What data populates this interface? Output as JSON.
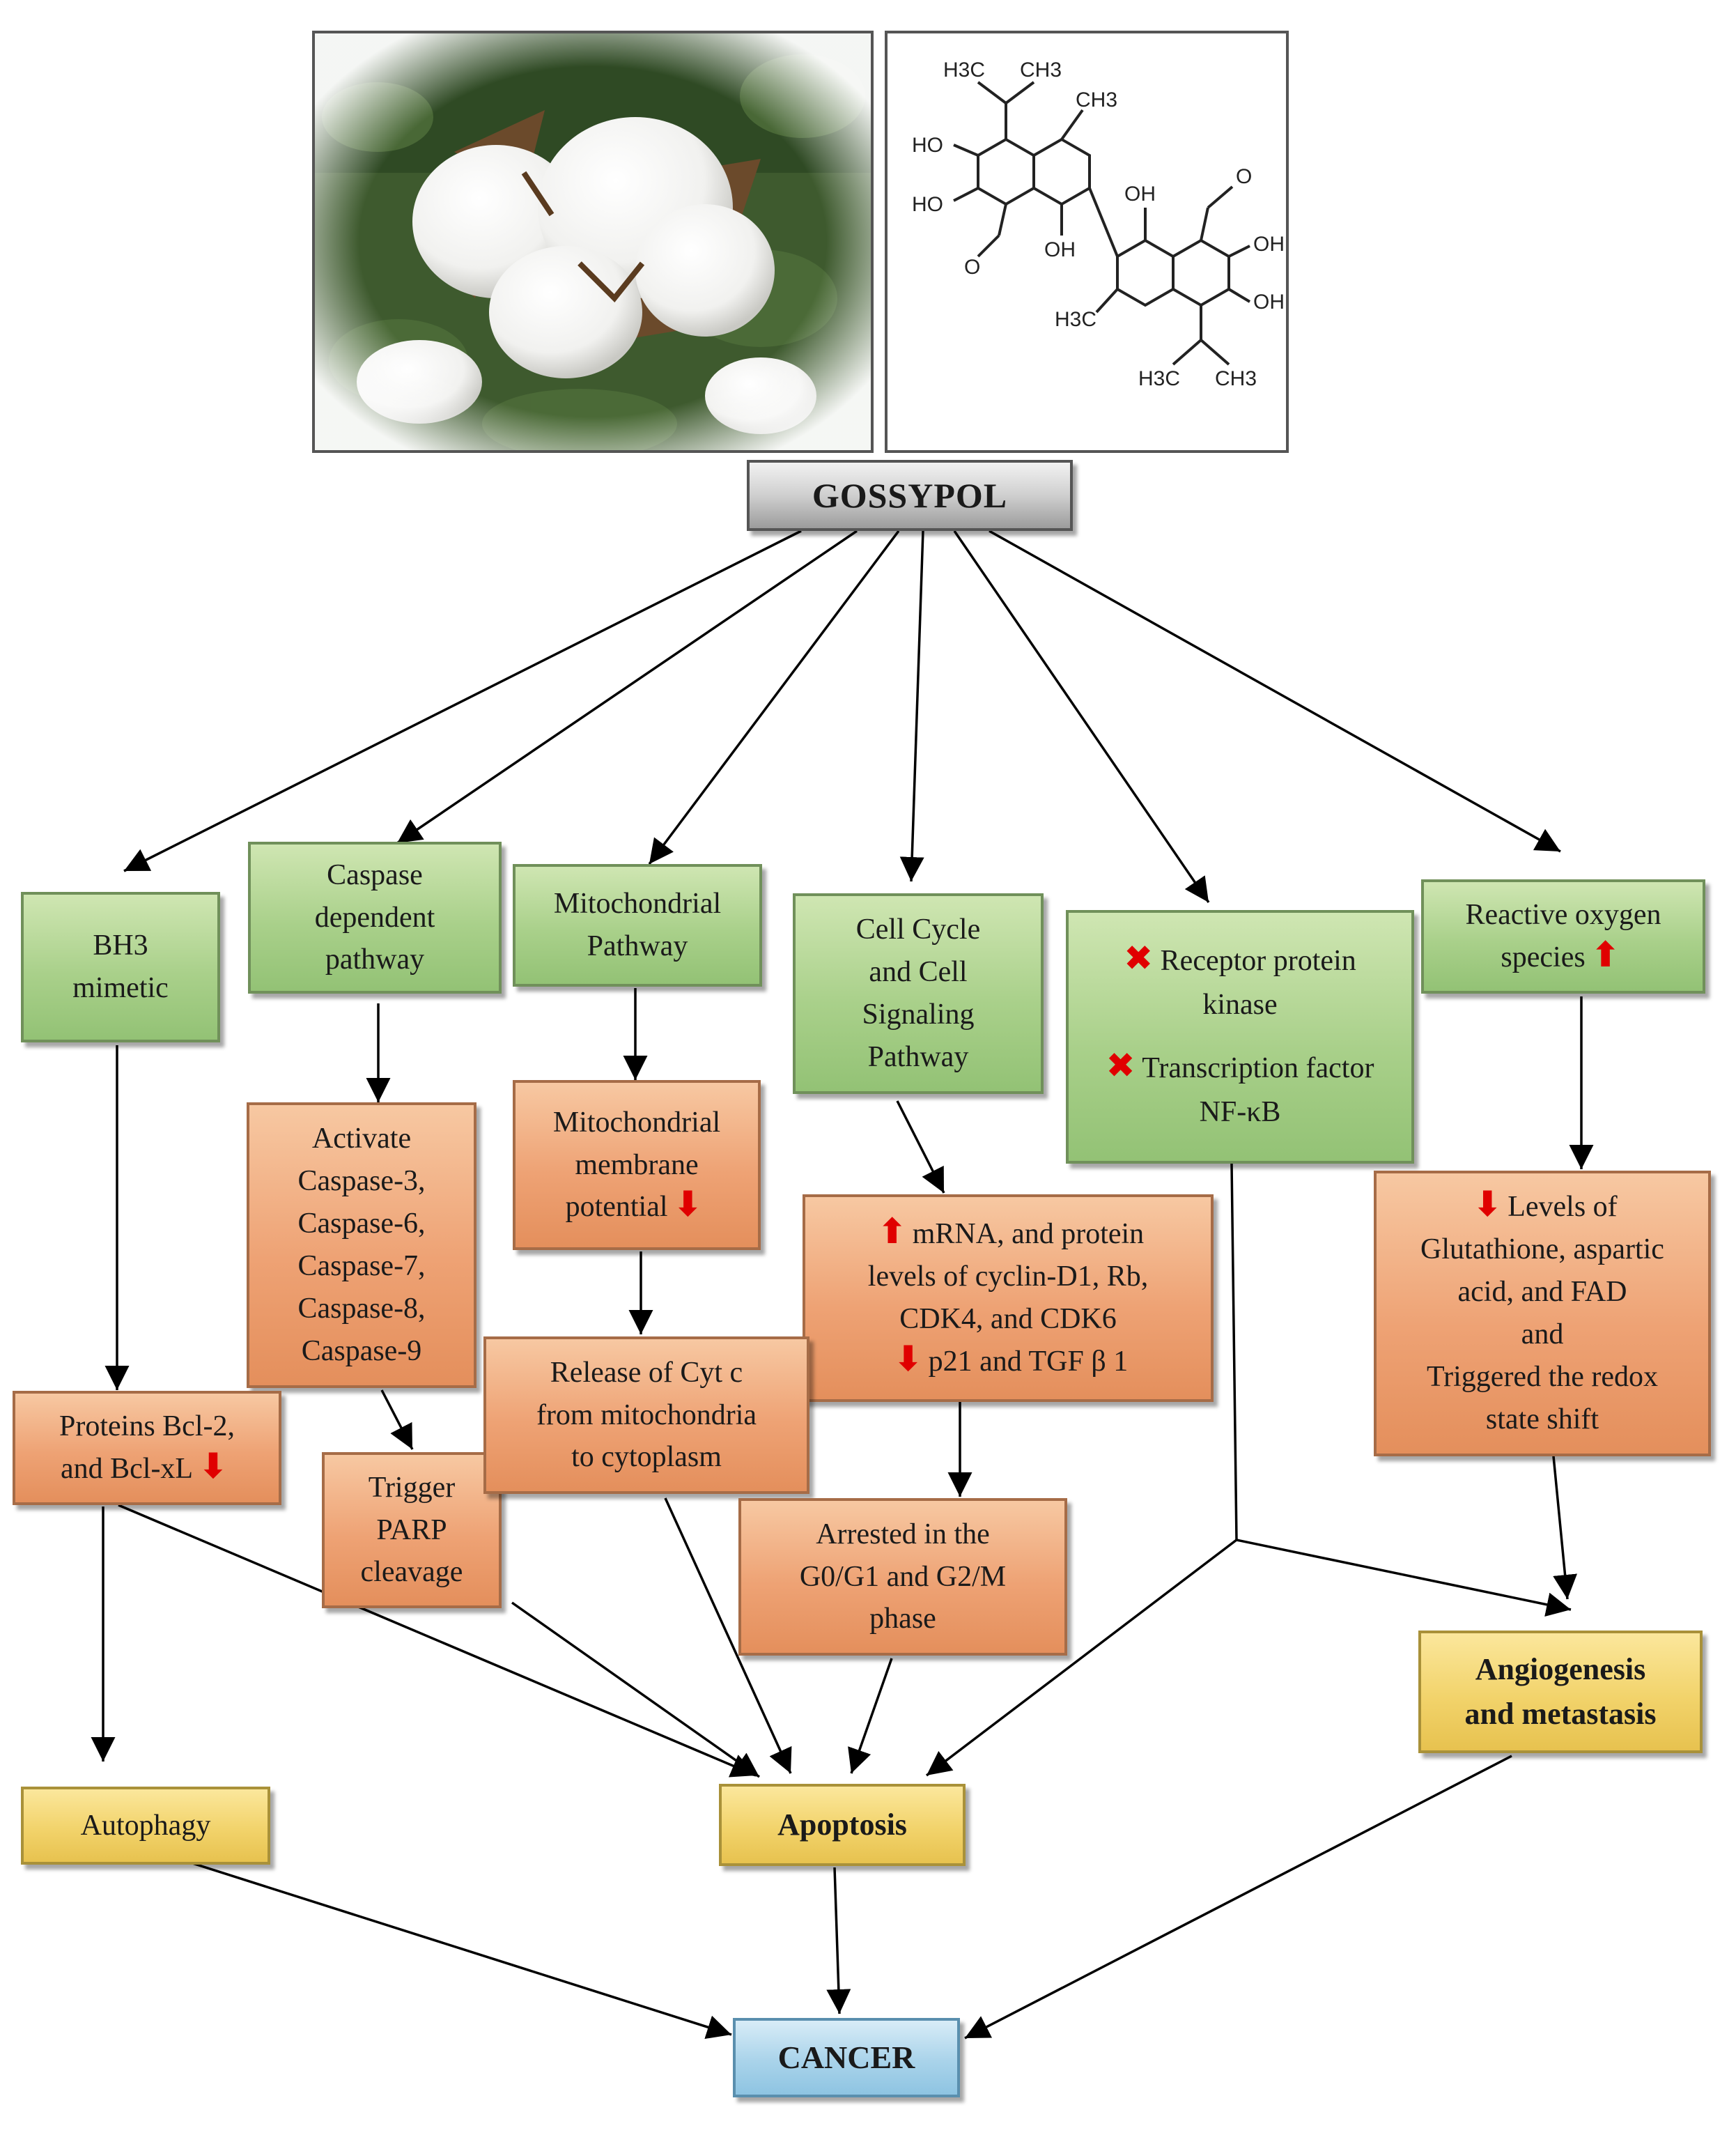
{
  "nodes": {
    "gossypol": "GOSSYPOL",
    "bh3": [
      "BH3",
      "mimetic"
    ],
    "caspase_dep": [
      "Caspase",
      "dependent",
      "pathway"
    ],
    "mito_pathway": [
      "Mitochondrial",
      "Pathway"
    ],
    "cell_cycle": [
      "Cell Cycle",
      "and Cell",
      "Signaling",
      "Pathway"
    ],
    "receptor": {
      "line1": "Receptor protein",
      "line2": "kinase",
      "line3": "Transcription factor",
      "line4": "NF-κB"
    },
    "ros": {
      "line1": "Reactive oxygen",
      "line2": "species"
    },
    "activate_caspase": [
      "Activate",
      "Caspase-3,",
      "Caspase-6,",
      "Caspase-7,",
      "Caspase-8,",
      "Caspase-9"
    ],
    "mito_membrane": {
      "line1": "Mitochondrial",
      "line2": "membrane",
      "line3": "potential"
    },
    "mrna": {
      "line1": "mRNA, and protein",
      "line2": "levels of cyclin-D1, Rb,",
      "line3": "CDK4, and CDK6",
      "line4": "p21 and TGF β 1"
    },
    "glutathione": {
      "line1": "Levels of",
      "line2": "Glutathione, aspartic",
      "line3": "acid, and FAD",
      "line4": "and",
      "line5": "Triggered the redox",
      "line6": "state shift"
    },
    "bcl": {
      "line1": "Proteins Bcl-2,",
      "line2": "and Bcl-xL"
    },
    "parp": [
      "Trigger",
      "PARP",
      "cleavage"
    ],
    "cytc": [
      "Release of Cyt c",
      "from mitochondria",
      "to cytoplasm"
    ],
    "arrested": [
      "Arrested in the",
      "G0/G1 and G2/M",
      "phase"
    ],
    "angio": [
      "Angiogenesis",
      "and metastasis"
    ],
    "autophagy": "Autophagy",
    "apoptosis": "Apoptosis",
    "cancer": "CANCER"
  },
  "chemistry_labels": {
    "h3c_top": "H3C",
    "ch3_top": "CH3",
    "ho1": "HO",
    "ho2": "HO",
    "ch3_mid": "CH3",
    "oh_mid": "OH",
    "oh_right1": "OH",
    "oh_right2": "OH",
    "oh_low": "OH",
    "h3c_low": "H3C",
    "h3c_bottom": "H3C",
    "ch3_bottom": "CH3"
  },
  "icons": {
    "up": "red-up-arrow-icon",
    "down": "red-down-arrow-icon",
    "block": "red-cross-icon"
  },
  "colors": {
    "green": "#a9d08a",
    "orange": "#eea274",
    "yellow": "#f2d36b",
    "blue": "#a9d3ea",
    "gray": "#cfcfcf",
    "marker": "#e00000"
  }
}
